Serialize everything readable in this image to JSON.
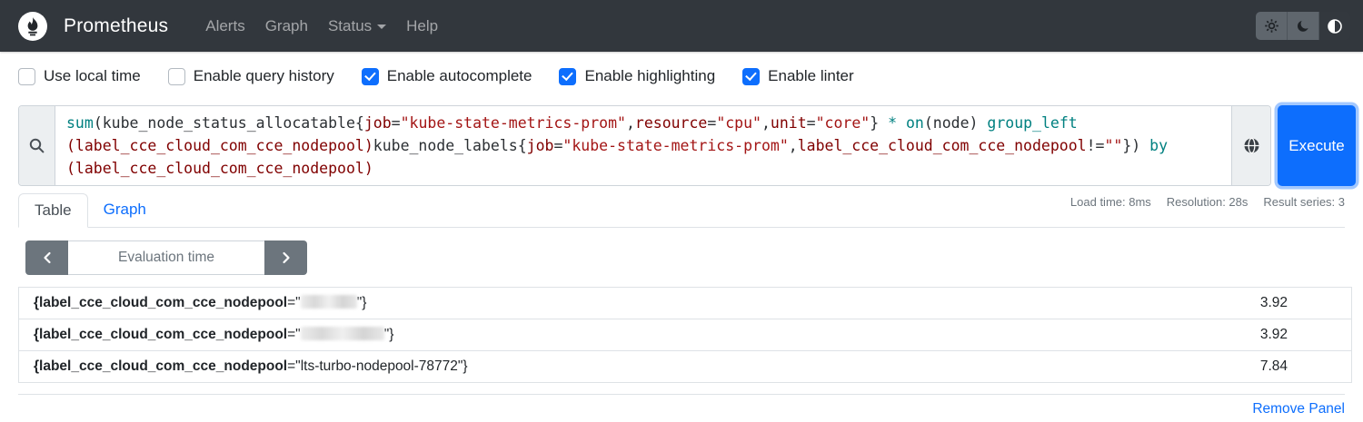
{
  "navbar": {
    "brand": "Prometheus",
    "items": [
      "Alerts",
      "Graph",
      "Status",
      "Help"
    ],
    "theme_buttons": [
      "settings",
      "dark-mode",
      "auto-contrast"
    ]
  },
  "options": [
    {
      "label": "Use local time",
      "checked": false
    },
    {
      "label": "Enable query history",
      "checked": false
    },
    {
      "label": "Enable autocomplete",
      "checked": true
    },
    {
      "label": "Enable highlighting",
      "checked": true
    },
    {
      "label": "Enable linter",
      "checked": true
    }
  ],
  "query": {
    "execute_label": "Execute",
    "lines": [
      [
        [
          "k",
          "sum"
        ],
        [
          "p",
          "("
        ],
        [
          "m",
          "kube_node_status_allocatable"
        ],
        [
          "p",
          "{"
        ],
        [
          "l",
          "job"
        ],
        [
          "p",
          "="
        ],
        [
          "s",
          "\"kube-state-metrics-prom\""
        ],
        [
          "p",
          ","
        ],
        [
          "l",
          "resource"
        ],
        [
          "p",
          "="
        ],
        [
          "s",
          "\"cpu\""
        ],
        [
          "p",
          ","
        ],
        [
          "l",
          "unit"
        ],
        [
          "p",
          "="
        ],
        [
          "s",
          "\"core\""
        ],
        [
          "p",
          "} "
        ],
        [
          "k",
          "*"
        ],
        [
          "p",
          " "
        ],
        [
          "k",
          "on"
        ],
        [
          "p",
          "(node) "
        ],
        [
          "k",
          "group_left"
        ]
      ],
      [
        [
          "l",
          "(label_cce_cloud_com_cce_nodepool)"
        ],
        [
          "m",
          "kube_node_labels"
        ],
        [
          "p",
          "{"
        ],
        [
          "l",
          "job"
        ],
        [
          "p",
          "="
        ],
        [
          "s",
          "\"kube-state-metrics-prom\""
        ],
        [
          "p",
          ","
        ],
        [
          "l",
          "label_cce_cloud_com_cce_nodepool"
        ],
        [
          "p",
          "!="
        ],
        [
          "s",
          "\"\""
        ],
        [
          "p",
          "}) "
        ],
        [
          "k",
          "by"
        ]
      ],
      [
        [
          "l",
          "(label_cce_cloud_com_cce_nodepool)"
        ]
      ]
    ]
  },
  "stats": {
    "load_time": "Load time: 8ms",
    "resolution": "Resolution: 28s",
    "result_series": "Result series: 3"
  },
  "tabs": [
    {
      "label": "Table",
      "active": true
    },
    {
      "label": "Graph",
      "active": false
    }
  ],
  "stepper": {
    "placeholder": "Evaluation time"
  },
  "results": {
    "rows": [
      {
        "label_name": "{label_cce_cloud_com_cce_nodepool",
        "eq": "=",
        "open": "\"",
        "redacted": true,
        "blur_width": 62,
        "value": "",
        "close": "\"}",
        "metric": "3.92"
      },
      {
        "label_name": "{label_cce_cloud_com_cce_nodepool",
        "eq": "=",
        "open": "\"",
        "redacted": true,
        "blur_width": 92,
        "value": "",
        "close": "\"}",
        "metric": "3.92"
      },
      {
        "label_name": "{label_cce_cloud_com_cce_nodepool",
        "eq": "=",
        "open": "\"",
        "redacted": false,
        "blur_width": 0,
        "value": "lts-turbo-nodepool-78772",
        "close": "\"}",
        "metric": "7.84"
      }
    ]
  },
  "footer": {
    "remove_panel": "Remove Panel"
  },
  "colors": {
    "navbar_bg": "#32373d",
    "accent": "#0d6efd",
    "keyword": "#008080",
    "label_name": "#800000",
    "string": "#a31515",
    "border": "#dee2e6"
  }
}
